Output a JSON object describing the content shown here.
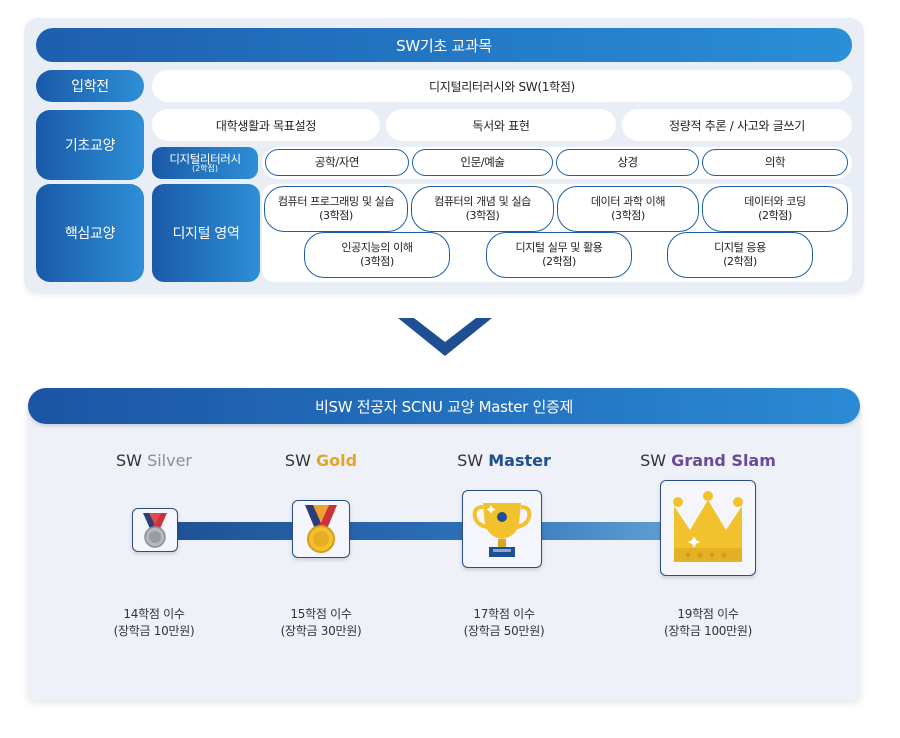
{
  "top": {
    "title": "SW기초 교과목",
    "entry": {
      "label": "입학전",
      "course": "디지털리터러시와 SW(1학점)"
    },
    "basic": {
      "label": "기초교양",
      "row1": [
        "대학생활과 목표설정",
        "독서와 표현",
        "정량적 추론 / 사고와 글쓰기"
      ],
      "digital_literacy": {
        "label": "디지털리터러시",
        "credit": "(2학점)"
      },
      "row2": [
        "공학/자연",
        "인문/예술",
        "상경",
        "의학"
      ]
    },
    "core": {
      "label": "핵심교양",
      "domain": "디지털 영역",
      "row1": [
        {
          "name": "컴퓨터 프로그래밍 및 실습",
          "credit": "(3학점)"
        },
        {
          "name": "컴퓨터의 개념 및 실습",
          "credit": "(3학점)"
        },
        {
          "name": "데이터 과학 이해",
          "credit": "(3학점)"
        },
        {
          "name": "데이터와 코딩",
          "credit": "(2학점)"
        }
      ],
      "row2": [
        {
          "name": "인공지능의 이해",
          "credit": "(3학점)"
        },
        {
          "name": "디지털 실무 및 활용",
          "credit": "(2학점)"
        },
        {
          "name": "디지털 응용",
          "credit": "(2학점)"
        }
      ]
    }
  },
  "certification": {
    "title": "비SW 전공자 SCNU 교양 Master 인증제",
    "levels": [
      {
        "prefix": "SW",
        "name": "Silver",
        "color": "#8a8f98",
        "icon": "medal-silver-icon",
        "credits": "14학점 이수",
        "scholarship": "(장학금 10만원)"
      },
      {
        "prefix": "SW",
        "name": "Gold",
        "color": "#e2a72a",
        "icon": "medal-gold-icon",
        "credits": "15학점 이수",
        "scholarship": "(장학금 30만원)"
      },
      {
        "prefix": "SW",
        "name": "Master",
        "color": "#1e4f93",
        "icon": "trophy-icon",
        "credits": "17학점 이수",
        "scholarship": "(장학금 50만원)"
      },
      {
        "prefix": "SW",
        "name": "Grand Slam",
        "color": "#6b4a9b",
        "icon": "crown-icon",
        "credits": "19학점 이수",
        "scholarship": "(장학금 100만원)"
      }
    ]
  },
  "colors": {
    "primary": "#1e5ea6",
    "accent": "#2e8fd6",
    "gold": "#f2c12e"
  }
}
